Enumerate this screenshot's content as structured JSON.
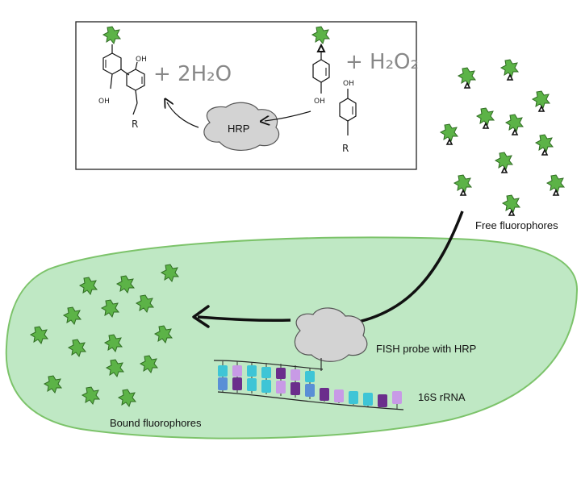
{
  "reaction": {
    "product_water": "+ 2H₂O",
    "reactant_peroxide": "+ H₂O₂",
    "enzyme_label": "HRP",
    "oh_label": "OH",
    "r_label": "R"
  },
  "labels": {
    "free_fluorophores": "Free fluorophores",
    "bound_fluorophores": "Bound fluorophores",
    "fish_probe": "FISH probe with HRP",
    "rrna": "16S rRNA"
  },
  "colors": {
    "cell_fill": "#bfe8c4",
    "cell_stroke": "#7cc36a",
    "fluorophore_green": "#5cb347",
    "hrp_fill": "#d3d3d3",
    "base_cyan": "#3ec5d6",
    "base_purple": "#6b2e8c",
    "base_lilac": "#c89ae6",
    "base_blue": "#5a8fd6"
  },
  "icons": {
    "fluorophore": "star-blob-icon",
    "linker": "triangle-icon",
    "enzyme": "hrp-blob-icon"
  }
}
